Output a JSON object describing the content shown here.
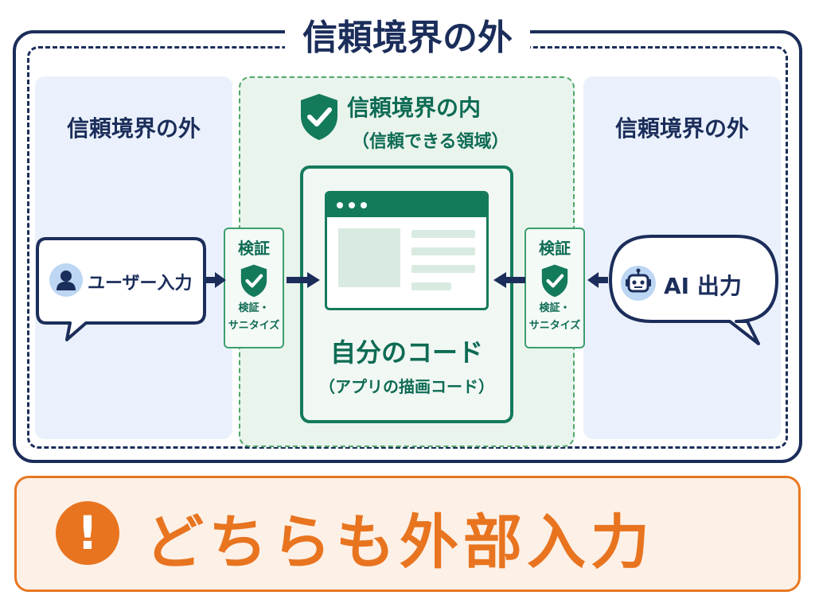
{
  "outer_title": "信頼境界の外",
  "left_zone": {
    "title": "信頼境界の外"
  },
  "right_zone": {
    "title": "信頼境界の外"
  },
  "trust_zone": {
    "title": "信頼境界の内",
    "subtitle": "（信頼できる領域）"
  },
  "code_card": {
    "title": "自分のコード",
    "subtitle": "（アプリの描画コード）"
  },
  "validation_left": {
    "title": "検証",
    "text_line1": "検証・",
    "text_line2": "サニタイズ"
  },
  "validation_right": {
    "title": "検証",
    "text_line1": "検証・",
    "text_line2": "サニタイズ"
  },
  "user_input": {
    "label": "ユーザー入力",
    "icon": "user-icon"
  },
  "ai_output": {
    "label": "AI 出力",
    "icon": "robot-icon"
  },
  "warning": {
    "icon": "exclamation-icon",
    "text": "どちらも外部入力"
  },
  "colors": {
    "navy": "#1b2d5a",
    "green": "#147a5c",
    "orange": "#e8741f",
    "light_blue": "#eaf1fc",
    "light_green": "#e9f4ec"
  }
}
